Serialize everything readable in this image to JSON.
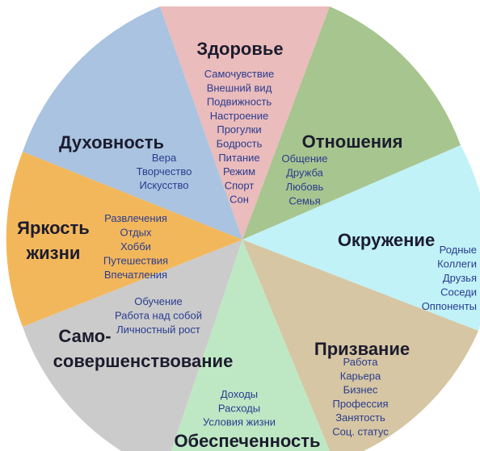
{
  "segments": [
    {
      "id": "health",
      "title": "Здоровье",
      "color": "#ebbcbc",
      "items": [
        "Самочувствие",
        "Внешний вид",
        "Подвижность",
        "Настроение",
        "Прогулки",
        "Бодрость",
        "Питание",
        "Режим",
        "Спорт",
        "Сон"
      ]
    },
    {
      "id": "relations",
      "title": "Отношения",
      "color": "#a7c58f",
      "items": [
        "Общение",
        "Дружба",
        "Любовь",
        "Семья"
      ]
    },
    {
      "id": "environment",
      "title": "Окружение",
      "color": "#c0f2f8",
      "items": [
        "Родные",
        "Коллеги",
        "Друзья",
        "Соседи",
        "Оппоненты"
      ]
    },
    {
      "id": "calling",
      "title": "Призвание",
      "color": "#d6c6a3",
      "items": [
        "Работа",
        "Карьера",
        "Бизнес",
        "Профессия",
        "Занятость",
        "Соц. статус"
      ]
    },
    {
      "id": "wealth",
      "title": "Обеспеченность",
      "color": "#bee8c4",
      "items": [
        "Доходы",
        "Расходы",
        "Условия жизни"
      ]
    },
    {
      "id": "self-improvement",
      "title_lines": [
        "Само-",
        "совершенствование"
      ],
      "color": "#cbcbcb",
      "items": [
        "Обучение",
        "Работа над собой",
        "Личностный рост"
      ]
    },
    {
      "id": "brightness",
      "title_lines": [
        "Яркость",
        "жизни"
      ],
      "color": "#f3b75b",
      "items": [
        "Развлечения",
        "Отдых",
        "Хобби",
        "Путешествия",
        "Впечатления"
      ]
    },
    {
      "id": "spirituality",
      "title": "Духовность",
      "color": "#a9c3e0",
      "items": [
        "Вера",
        "Творчество",
        "Искусство"
      ]
    }
  ]
}
